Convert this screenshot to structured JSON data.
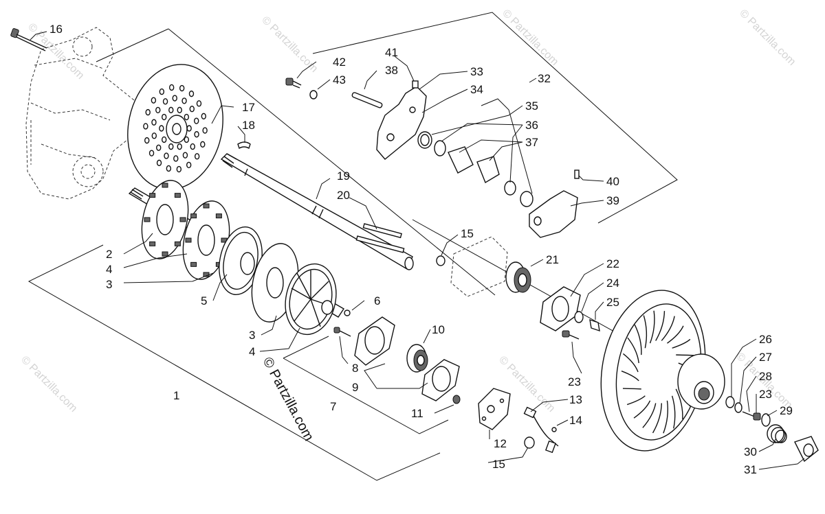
{
  "watermarks": {
    "site": "© Partzilla.com",
    "center": "© Partzilla.com"
  },
  "callouts": [
    {
      "id": "c16",
      "text": "16"
    },
    {
      "id": "c17",
      "text": "17"
    },
    {
      "id": "c18",
      "text": "18"
    },
    {
      "id": "c19",
      "text": "19"
    },
    {
      "id": "c20",
      "text": "20"
    },
    {
      "id": "c2",
      "text": "2"
    },
    {
      "id": "c4a",
      "text": "4"
    },
    {
      "id": "c3a",
      "text": "3"
    },
    {
      "id": "c5",
      "text": "5"
    },
    {
      "id": "c1",
      "text": "1"
    },
    {
      "id": "c3b",
      "text": "3"
    },
    {
      "id": "c4b",
      "text": "4"
    },
    {
      "id": "c6",
      "text": "6"
    },
    {
      "id": "c8",
      "text": "8"
    },
    {
      "id": "c9",
      "text": "9"
    },
    {
      "id": "c7",
      "text": "7"
    },
    {
      "id": "c10",
      "text": "10"
    },
    {
      "id": "c11",
      "text": "11"
    },
    {
      "id": "c12",
      "text": "12"
    },
    {
      "id": "c13",
      "text": "13"
    },
    {
      "id": "c14",
      "text": "14"
    },
    {
      "id": "c15a",
      "text": "15"
    },
    {
      "id": "c15b",
      "text": "15"
    },
    {
      "id": "c21",
      "text": "21"
    },
    {
      "id": "c22",
      "text": "22"
    },
    {
      "id": "c24",
      "text": "24"
    },
    {
      "id": "c25",
      "text": "25"
    },
    {
      "id": "c23a",
      "text": "23"
    },
    {
      "id": "c26",
      "text": "26"
    },
    {
      "id": "c27",
      "text": "27"
    },
    {
      "id": "c28",
      "text": "28"
    },
    {
      "id": "c23b",
      "text": "23"
    },
    {
      "id": "c29",
      "text": "29"
    },
    {
      "id": "c30",
      "text": "30"
    },
    {
      "id": "c31",
      "text": "31"
    },
    {
      "id": "c32",
      "text": "32"
    },
    {
      "id": "c33",
      "text": "33"
    },
    {
      "id": "c34",
      "text": "34"
    },
    {
      "id": "c35",
      "text": "35"
    },
    {
      "id": "c36",
      "text": "36"
    },
    {
      "id": "c37",
      "text": "37"
    },
    {
      "id": "c38",
      "text": "38"
    },
    {
      "id": "c39",
      "text": "39"
    },
    {
      "id": "c40",
      "text": "40"
    },
    {
      "id": "c41",
      "text": "41"
    },
    {
      "id": "c42",
      "text": "42"
    },
    {
      "id": "c43",
      "text": "43"
    }
  ]
}
